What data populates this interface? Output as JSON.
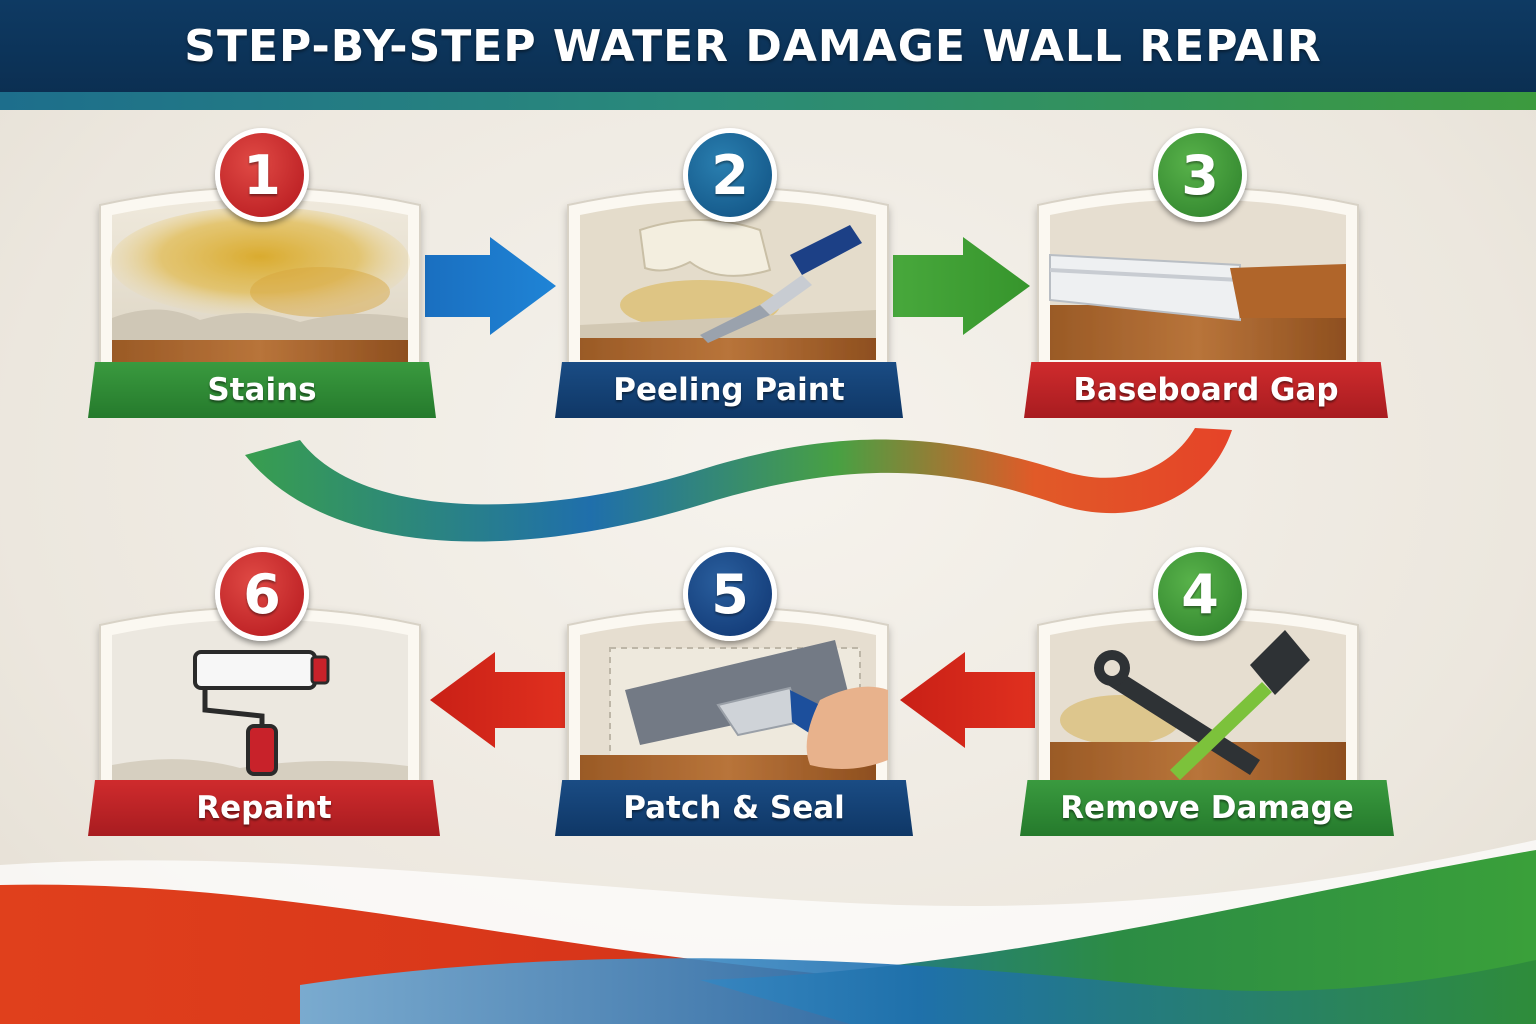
{
  "title": "STEP-BY-STEP WATER DAMAGE WALL REPAIR",
  "colors": {
    "header": "#0e3a63",
    "red": "#c0262a",
    "blue": "#124a7c",
    "green": "#2f8a37"
  },
  "steps": [
    {
      "number": "1",
      "label": "Stains",
      "badge_color": "red",
      "label_color": "green",
      "image": "yellow-stain-wall-icon"
    },
    {
      "number": "2",
      "label": "Peeling Paint",
      "badge_color": "blue",
      "label_color": "blue",
      "image": "scraper-peeling-paint-icon"
    },
    {
      "number": "3",
      "label": "Baseboard Gap",
      "badge_color": "green",
      "label_color": "red",
      "image": "baseboard-gap-icon"
    },
    {
      "number": "4",
      "label": "Remove Damage",
      "badge_color": "green",
      "label_color": "green",
      "image": "wrench-tool-icon"
    },
    {
      "number": "5",
      "label": "Patch & Seal",
      "badge_color": "blue",
      "label_color": "blue",
      "image": "putty-knife-patch-icon"
    },
    {
      "number": "6",
      "label": "Repaint",
      "badge_color": "red",
      "label_color": "red",
      "image": "paint-roller-icon"
    }
  ]
}
